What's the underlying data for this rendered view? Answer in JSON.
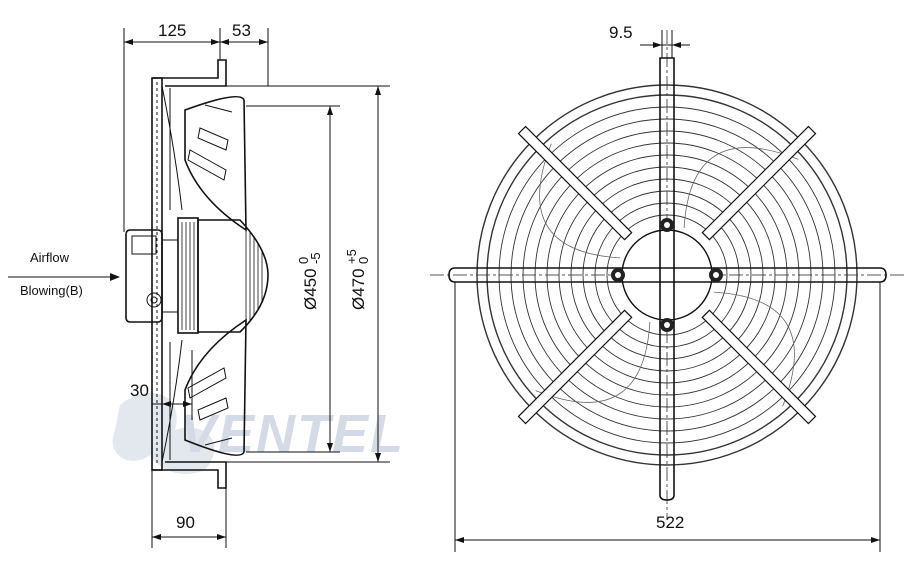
{
  "dimensions": {
    "d125": "125",
    "d53": "53",
    "d9_5": "9.5",
    "d30": "30",
    "d90": "90",
    "d522": "522",
    "dia450": "Ø450",
    "dia450_tol_upper": "0",
    "dia450_tol_lower": "-5",
    "dia470": "Ø470",
    "dia470_tol_upper": "+5",
    "dia470_tol_lower": "0"
  },
  "labels": {
    "airflow": "Airflow",
    "blowing": "Blowing(B)"
  },
  "watermark": {
    "text": "VENTEL",
    "color": "#d4dbe6"
  }
}
